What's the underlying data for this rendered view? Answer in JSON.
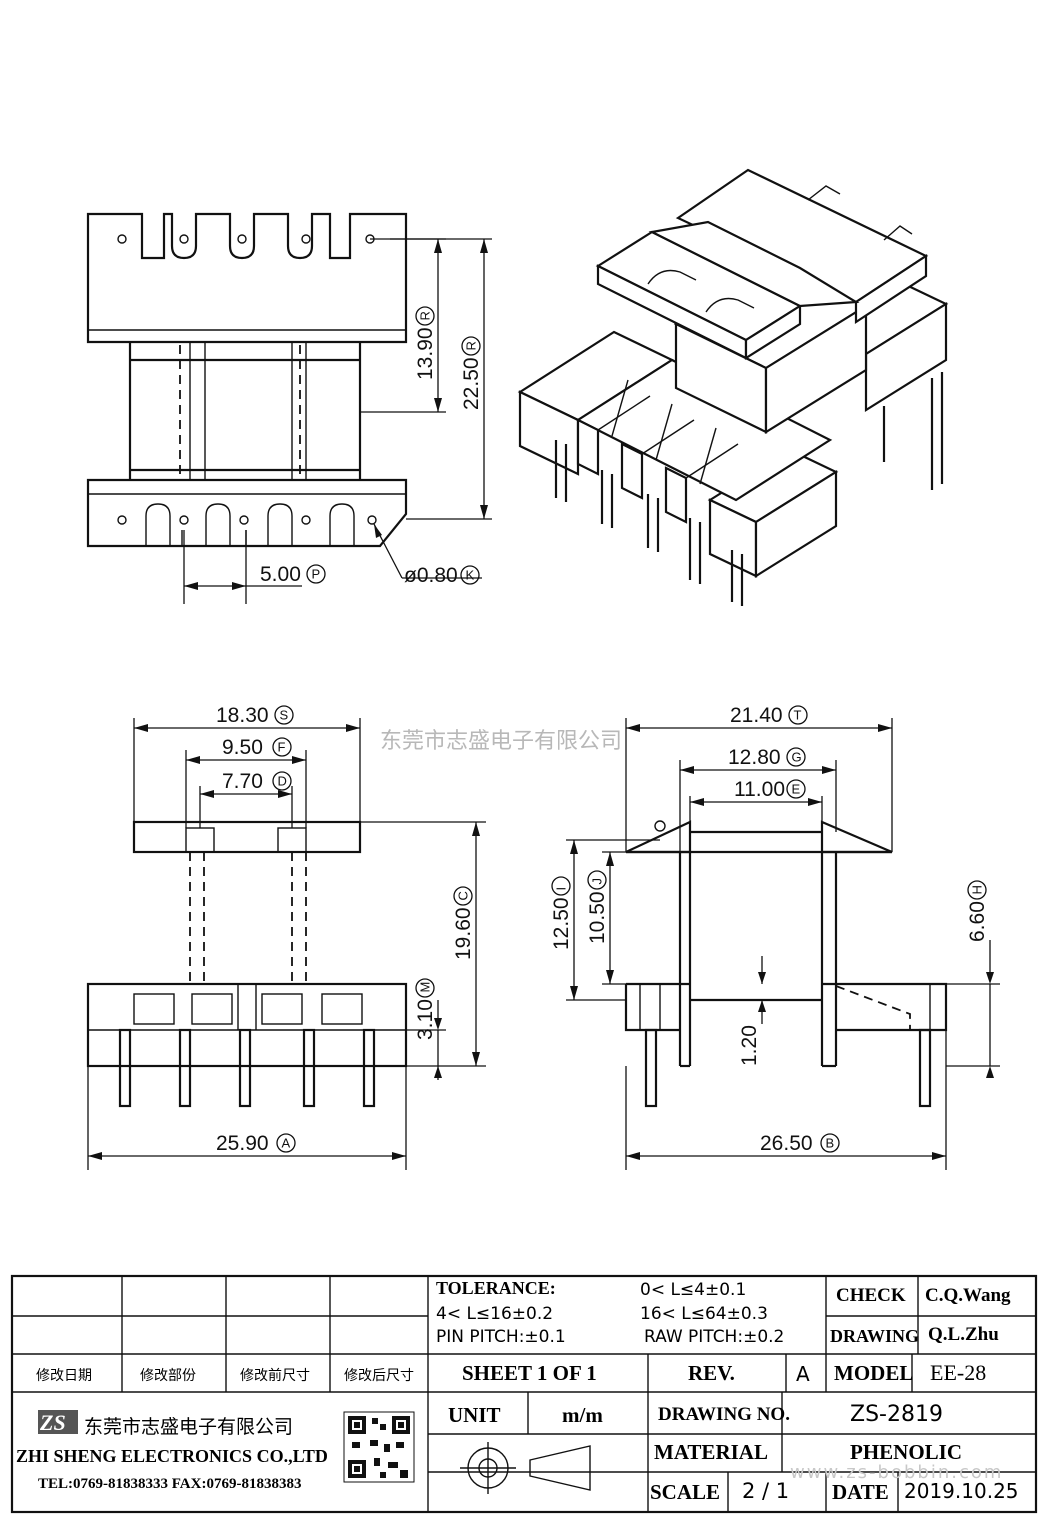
{
  "dimensions": {
    "d_13_90": {
      "value": "13.90",
      "tag": "R"
    },
    "d_22_50": {
      "value": "22.50",
      "tag": "R"
    },
    "d_5_00": {
      "value": "5.00",
      "tag": "P"
    },
    "d_0_80": {
      "value": "ø0.80",
      "tag": "K"
    },
    "d_18_30": {
      "value": "18.30",
      "tag": "S"
    },
    "d_9_50": {
      "value": "9.50",
      "tag": "F"
    },
    "d_7_70": {
      "value": "7.70",
      "tag": "D"
    },
    "d_19_60": {
      "value": "19.60",
      "tag": "C"
    },
    "d_3_10": {
      "value": "3.10",
      "tag": "M"
    },
    "d_25_90": {
      "value": "25.90",
      "tag": "A"
    },
    "d_21_40": {
      "value": "21.40",
      "tag": "T"
    },
    "d_12_80": {
      "value": "12.80",
      "tag": "G"
    },
    "d_11_00": {
      "value": "11.00",
      "tag": "E"
    },
    "d_12_50": {
      "value": "12.50",
      "tag": "I"
    },
    "d_10_50": {
      "value": "10.50",
      "tag": "J"
    },
    "d_6_60": {
      "value": "6.60",
      "tag": "H"
    },
    "d_1_20": {
      "value": "1.20",
      "tag": ""
    },
    "d_26_50": {
      "value": "26.50",
      "tag": "B"
    }
  },
  "watermark": "东莞市志盛电子有限公司",
  "title_block": {
    "tolerance_label": "TOLERANCE:",
    "tol_1": "0< L≤4±0.1",
    "tol_2": "4< L≤16±0.2",
    "tol_3": "16< L≤64±0.3",
    "pin_pitch": "PIN PITCH:±0.1",
    "raw_pitch": "RAW PITCH:±0.2",
    "check_label": "CHECK",
    "check_value": "C.Q.Wang",
    "drawing_label": "DRAWING",
    "drawing_value": "Q.L.Zhu",
    "rev_headers": [
      "修改日期",
      "修改部份",
      "修改前尺寸",
      "修改后尺寸"
    ],
    "sheet": "SHEET 1 OF 1",
    "rev_label": "REV.",
    "rev_value": "A",
    "model_label": "MODEL",
    "model_value": "EE-28",
    "company_cn": "东莞市志盛电子有限公司",
    "company_logo": "ZS",
    "company_en": "ZHI SHENG ELECTRONICS CO.,LTD",
    "contact": "TEL:0769-81838333 FAX:0769-81838383",
    "unit_label": "UNIT",
    "unit_value": "m/m",
    "drawing_no_label": "DRAWING NO.",
    "drawing_no_value": "ZS-2819",
    "material_label": "MATERIAL",
    "material_value": "PHENOLIC",
    "scale_label": "SCALE",
    "scale_value": "2 / 1",
    "date_label": "DATE",
    "date_value": "2019.10.25",
    "website": "www.zs-bobbin.com"
  }
}
